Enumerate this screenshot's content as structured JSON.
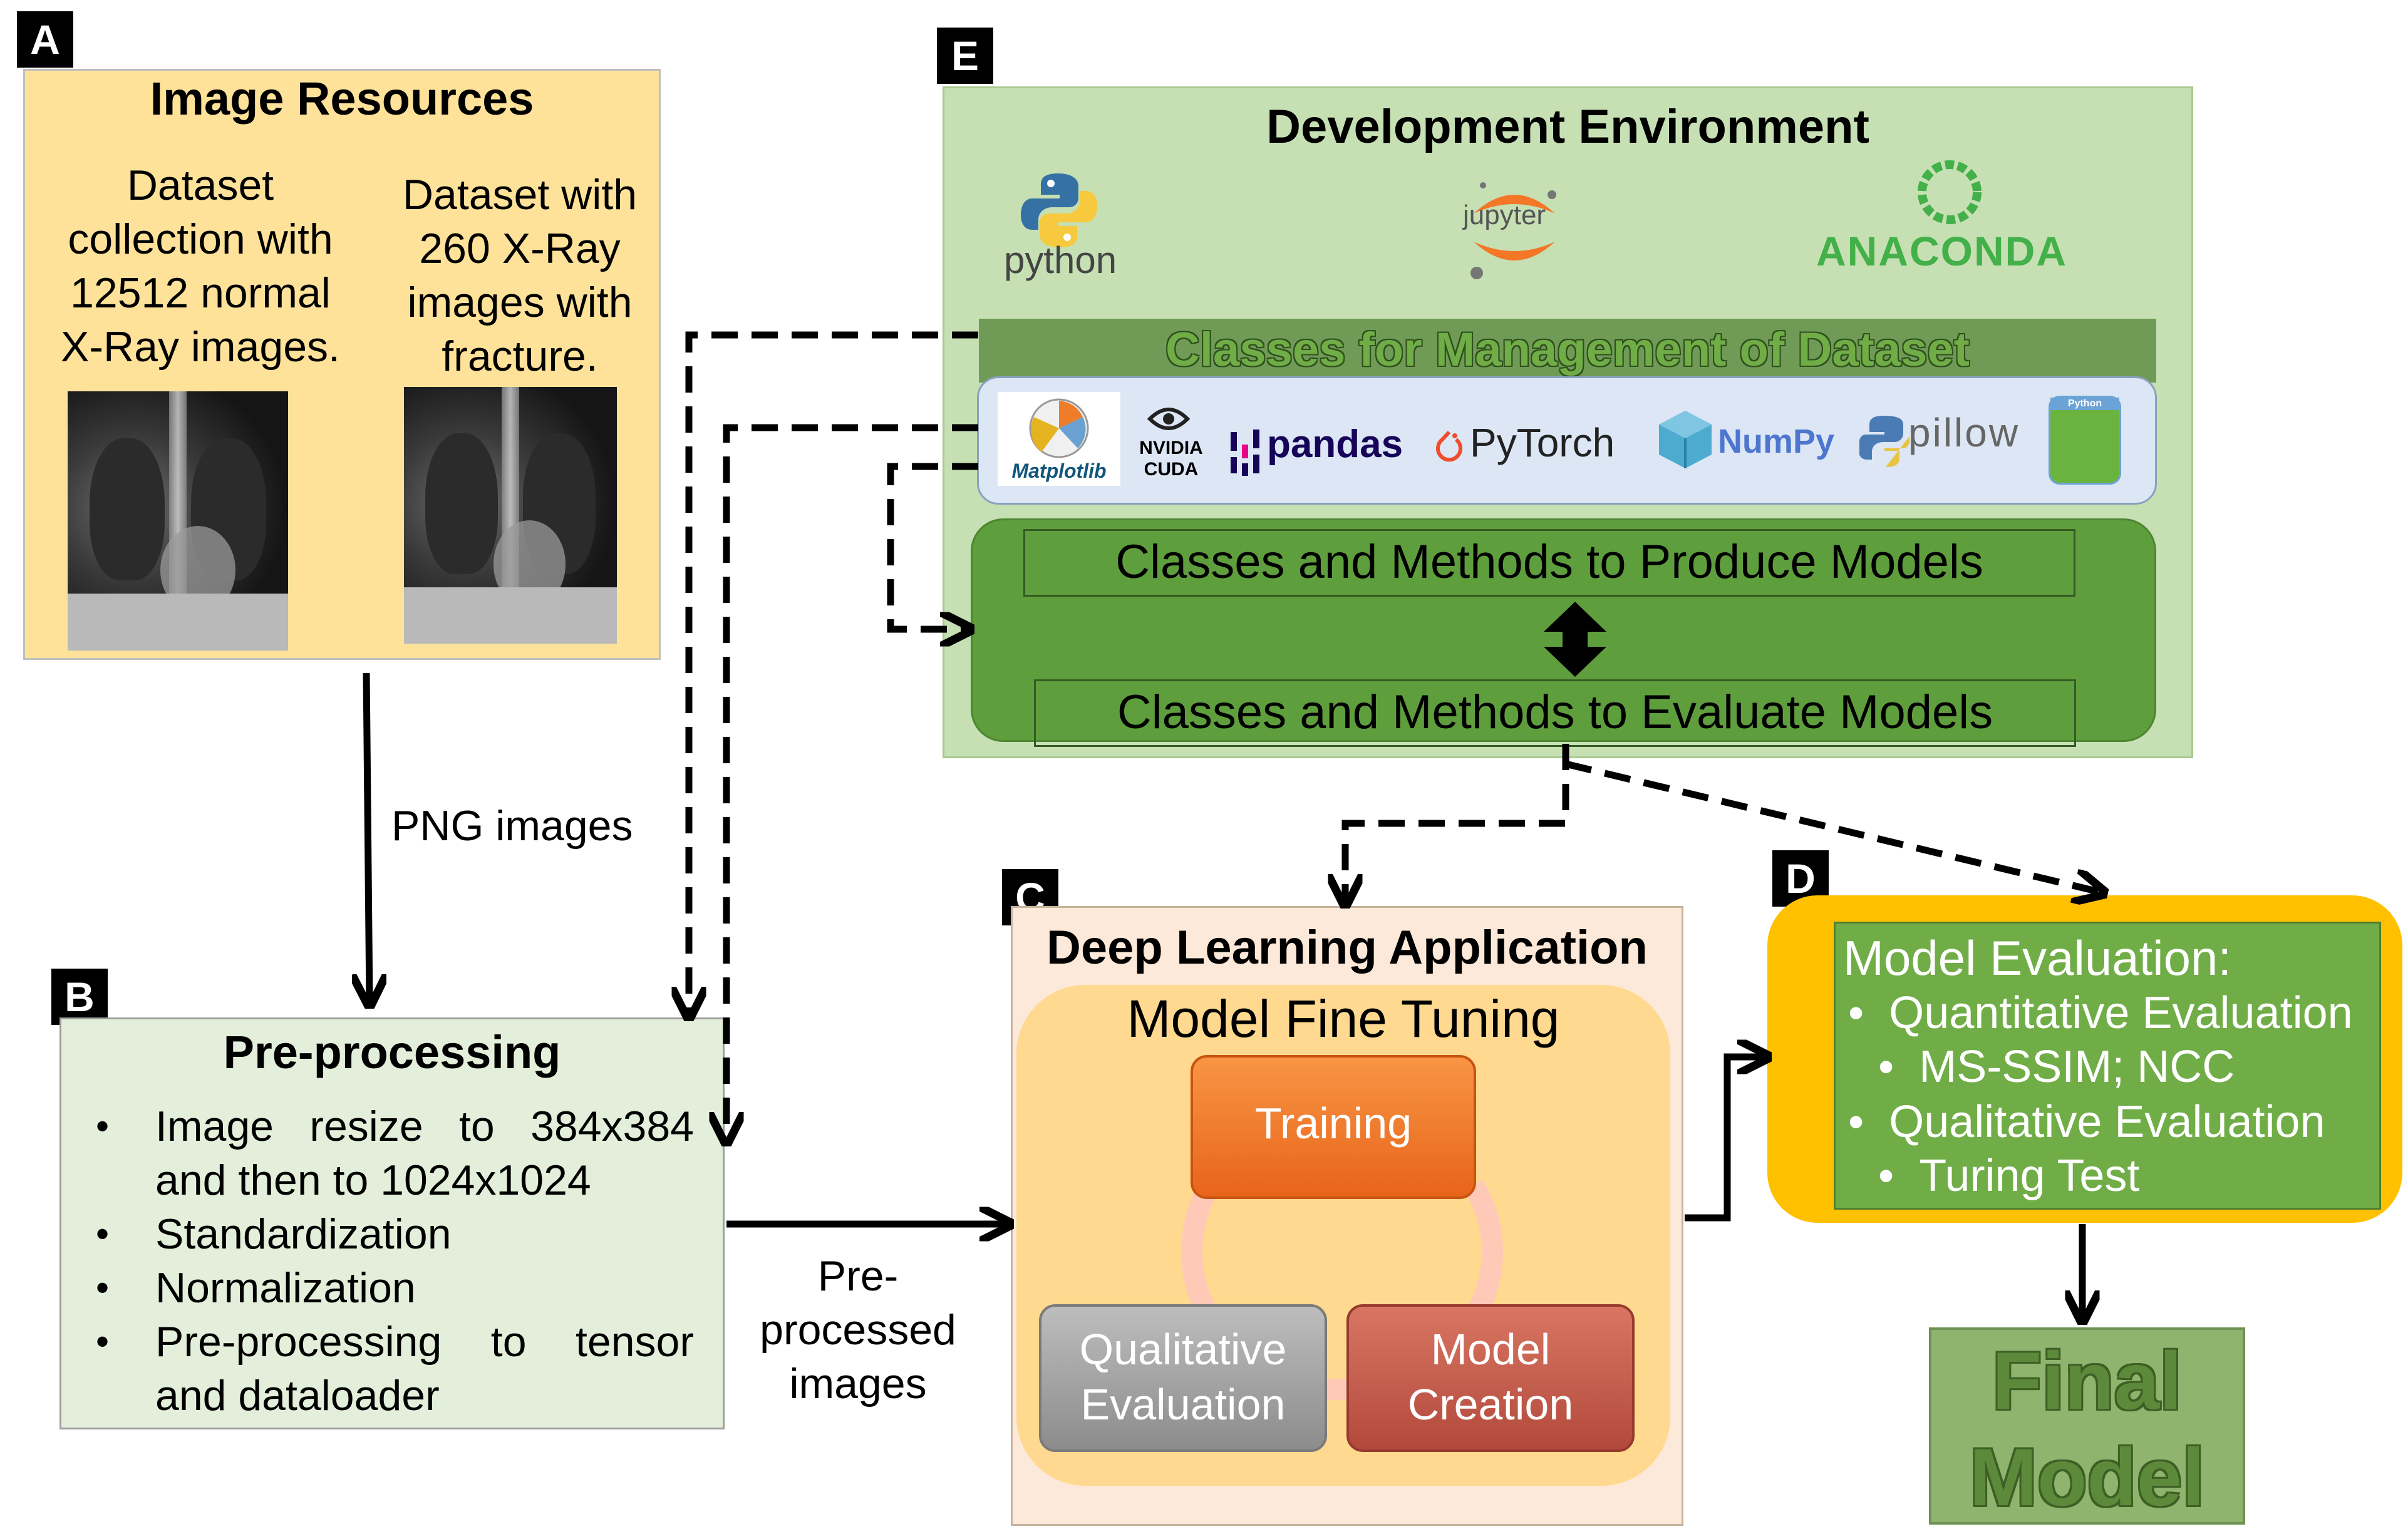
{
  "panel_a": {
    "letter": "A",
    "title": "Image Resources",
    "dataset_normal": [
      "Dataset",
      "collection with",
      "12512 normal",
      "X-Ray images."
    ],
    "dataset_fracture": [
      "Dataset with",
      "260 X-Ray",
      "images with",
      "fracture."
    ]
  },
  "edge_png": "PNG images",
  "panel_b": {
    "letter": "B",
    "title": "Pre-processing",
    "items": [
      [
        "Image resize to 384x384",
        "and then to 1024x1024"
      ],
      [
        "Standardization"
      ],
      [
        "Normalization"
      ],
      [
        "Pre-processing to tensor",
        "and dataloader"
      ]
    ]
  },
  "edge_preprocessed": [
    "Pre-",
    "processed",
    "images"
  ],
  "panel_e": {
    "letter": "E",
    "title": "Development Environment",
    "tools": [
      "python",
      "jupyter",
      "ANACONDA"
    ],
    "management_label": "Classes for Management of Dataset",
    "libraries": [
      "Matplotlib",
      "NVIDIA CUDA",
      "pandas",
      "PyTorch",
      "NumPy",
      "pillow",
      "Python"
    ],
    "produce_models": "Classes and Methods to Produce Models",
    "evaluate_models": "Classes and Methods to Evaluate Models"
  },
  "panel_c": {
    "letter": "C",
    "title": "Deep Learning Application",
    "subtitle": "Model Fine Tuning",
    "training": "Training",
    "qualitative": [
      "Qualitative",
      "Evaluation"
    ],
    "model_creation": [
      "Model",
      "Creation"
    ]
  },
  "panel_d": {
    "letter": "D",
    "heading": "Model Evaluation:",
    "items": [
      "Quantitative Evaluation",
      "MS-SSIM; NCC",
      "Qualitative Evaluation",
      "Turing Test"
    ]
  },
  "final_model": [
    "Final",
    "Model"
  ],
  "colors": {
    "panel_a": "#ffe299",
    "panel_b": "#e3efda",
    "panel_e": "#c6e0b4",
    "panel_c": "#fde9d9",
    "panel_d": "#ffc000",
    "training": "#f07a22",
    "qualitative": "#a6a6a6",
    "model_creation": "#c0584a",
    "final_model": "#8fb46e"
  }
}
